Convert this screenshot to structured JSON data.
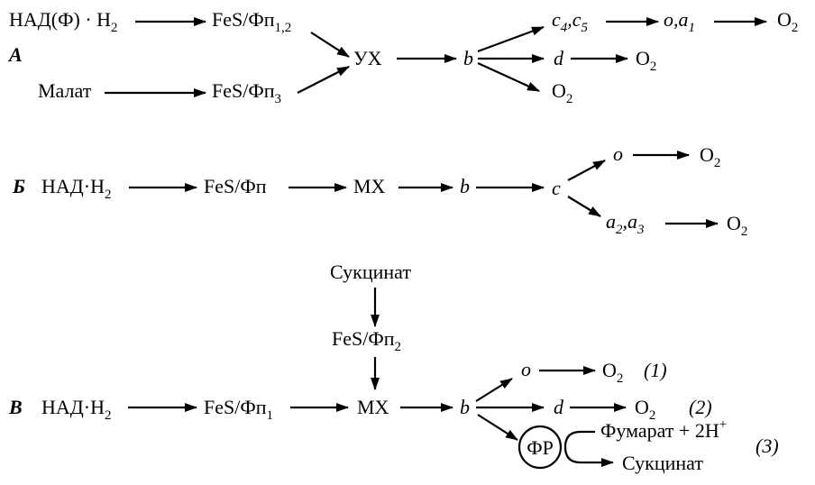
{
  "sectionA": {
    "label": "A",
    "nadph": "НАД(Ф) · Н",
    "nadph_sub": "2",
    "fes_fp12": "FeS/Фп",
    "fes_fp12_sub": "1,2",
    "malate": "Малат",
    "fes_fp3": "FeS/Фп",
    "fes_fp3_sub": "3",
    "ux": "УХ",
    "b": "b",
    "c4": "c",
    "c4_sub": "4",
    "c4_sep": ",",
    "c5": "c",
    "c5_sub": "5",
    "oa1_o": "o",
    "oa1_sep": ",",
    "oa1_a": "a",
    "oa1_sub": "1",
    "o2_top": "O",
    "o2_top_sub": "2",
    "d": "d",
    "o2_mid": "O",
    "o2_mid_sub": "2",
    "o2_low": "O",
    "o2_low_sub": "2"
  },
  "sectionB": {
    "label": "Б",
    "nadh": "НАД·Н",
    "nadh_sub": "2",
    "fes_fp": "FeS/Фп",
    "mx": "МХ",
    "b": "b",
    "c": "c",
    "o": "o",
    "o2_top": "O",
    "o2_top_sub": "2",
    "a2": "a",
    "a2_sub": "2",
    "a_sep": ",",
    "a3": "a",
    "a3_sub": "3",
    "o2_low": "O",
    "o2_low_sub": "2"
  },
  "sectionV": {
    "label": "В",
    "succinate_top": "Сукцинат",
    "fes_fp2": "FeS/Фп",
    "fes_fp2_sub": "2",
    "nadh": "НАД·Н",
    "nadh_sub": "2",
    "fes_fp1": "FeS/Фп",
    "fes_fp1_sub": "1",
    "mx": "МХ",
    "b": "b",
    "o": "o",
    "o2_1": "O",
    "o2_1_sub": "2",
    "mark1": "(1)",
    "d": "d",
    "o2_2": "O",
    "o2_2_sub": "2",
    "mark2": "(2)",
    "fr": "ФР",
    "fumarate": "Фумарат + 2H",
    "fumarate_sup": "+",
    "mark3": "(3)",
    "succinate_bottom": "Сукцинат"
  }
}
